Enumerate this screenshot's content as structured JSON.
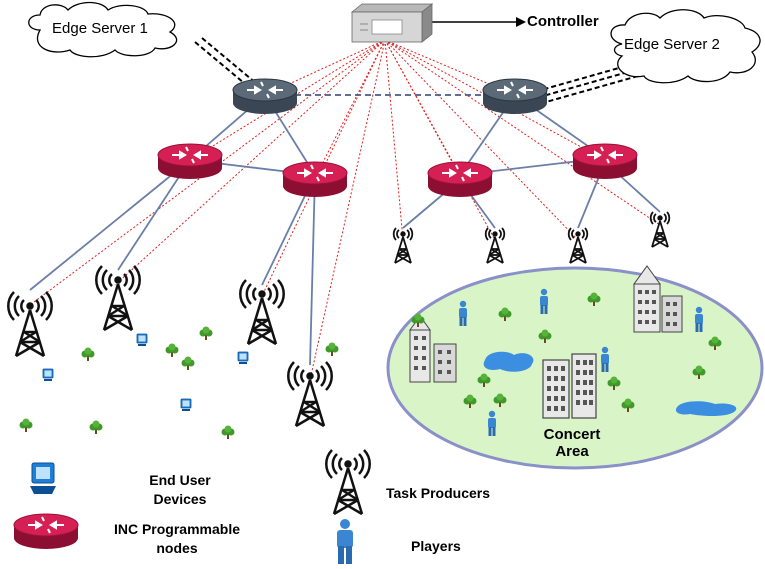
{
  "labels": {
    "edge_server_1": "Edge Server 1",
    "edge_server_2": "Edge Server 2",
    "controller": "Controller",
    "concert_area_line1": "Concert",
    "concert_area_line2": "Area"
  },
  "legend": {
    "end_user_devices_line1": "End User",
    "end_user_devices_line2": "Devices",
    "inc_nodes_line1": "INC Programmable",
    "inc_nodes_line2": "nodes",
    "task_producers": "Task Producers",
    "players": "Players"
  },
  "colors": {
    "inc_node": "#c8194a",
    "edge_router": "#4a5866",
    "link": "#6a7fa8",
    "control_link": "#e0201e",
    "concert_area_fill": "#d9f5c8",
    "concert_area_stroke": "#8a90c8",
    "device": "#1e7fd8",
    "tree": "#3f9a2a",
    "player": "#3a86d2"
  },
  "icons": [
    "cloud-icon",
    "controller-icon",
    "router-icon",
    "tower-icon",
    "monitor-icon",
    "tree-icon",
    "building-icon",
    "player-icon",
    "lake-icon"
  ]
}
